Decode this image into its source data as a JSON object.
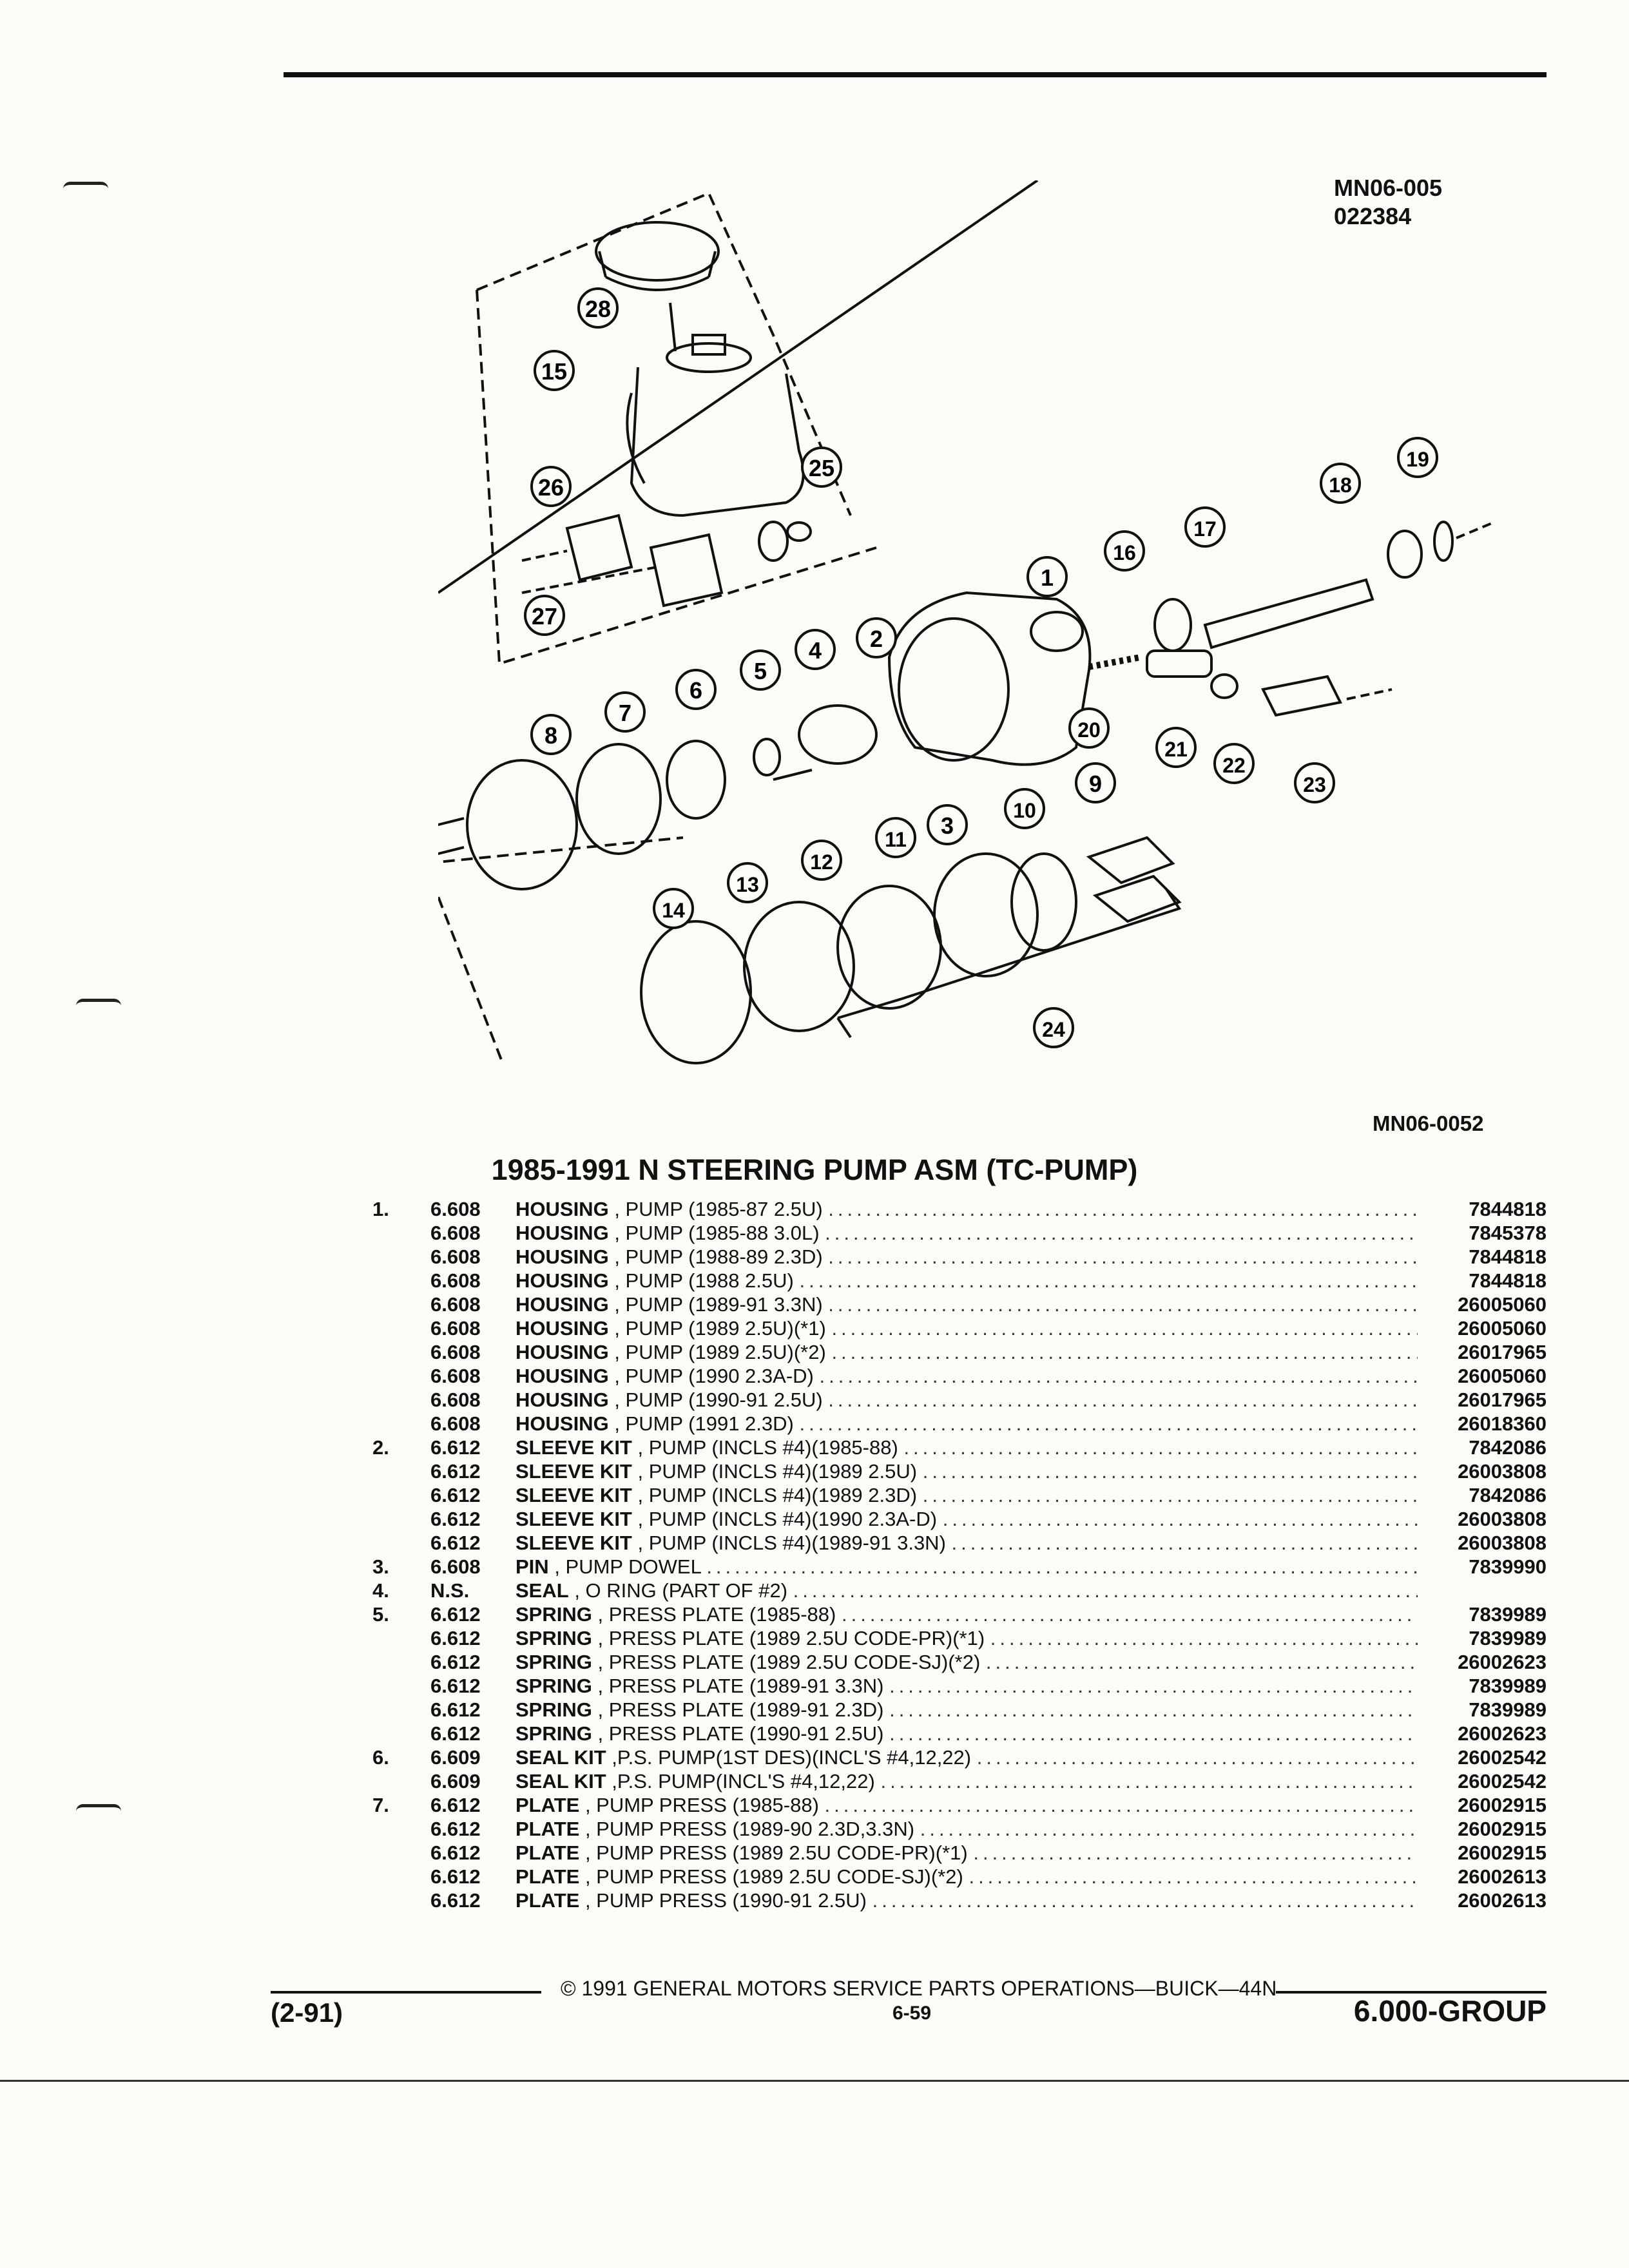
{
  "ref_codes": [
    "MN06-005",
    "022384"
  ],
  "figure_code": "MN06-0052",
  "callouts": [
    "1",
    "2",
    "3",
    "4",
    "5",
    "6",
    "7",
    "8",
    "9",
    "10",
    "11",
    "12",
    "13",
    "14",
    "15",
    "16",
    "17",
    "18",
    "19",
    "20",
    "21",
    "22",
    "23",
    "24",
    "25",
    "26",
    "27",
    "28"
  ],
  "title": "1985-1991 N STEERING PUMP ASM (TC-PUMP)",
  "parts": [
    {
      "num": "1.",
      "code": "6.608",
      "name": "HOUSING",
      "detail": ", PUMP (1985-87 2.5U)",
      "pn": "7844818"
    },
    {
      "num": "",
      "code": "6.608",
      "name": "HOUSING",
      "detail": ", PUMP (1985-88 3.0L)",
      "pn": "7845378"
    },
    {
      "num": "",
      "code": "6.608",
      "name": "HOUSING",
      "detail": ", PUMP (1988-89 2.3D)",
      "pn": "7844818"
    },
    {
      "num": "",
      "code": "6.608",
      "name": "HOUSING",
      "detail": ", PUMP (1988 2.5U)",
      "pn": "7844818"
    },
    {
      "num": "",
      "code": "6.608",
      "name": "HOUSING",
      "detail": ", PUMP (1989-91 3.3N)",
      "pn": "26005060"
    },
    {
      "num": "",
      "code": "6.608",
      "name": "HOUSING",
      "detail": ", PUMP (1989 2.5U)(*1)",
      "pn": "26005060"
    },
    {
      "num": "",
      "code": "6.608",
      "name": "HOUSING",
      "detail": ", PUMP (1989 2.5U)(*2)",
      "pn": "26017965"
    },
    {
      "num": "",
      "code": "6.608",
      "name": "HOUSING",
      "detail": ", PUMP (1990 2.3A-D)",
      "pn": "26005060"
    },
    {
      "num": "",
      "code": "6.608",
      "name": "HOUSING",
      "detail": ", PUMP (1990-91 2.5U)",
      "pn": "26017965"
    },
    {
      "num": "",
      "code": "6.608",
      "name": "HOUSING",
      "detail": ", PUMP (1991 2.3D)",
      "pn": "26018360"
    },
    {
      "num": "2.",
      "code": "6.612",
      "name": "SLEEVE KIT",
      "detail": ", PUMP (INCLS #4)(1985-88)",
      "pn": "7842086"
    },
    {
      "num": "",
      "code": "6.612",
      "name": "SLEEVE KIT",
      "detail": ", PUMP (INCLS #4)(1989 2.5U)",
      "pn": "26003808"
    },
    {
      "num": "",
      "code": "6.612",
      "name": "SLEEVE KIT",
      "detail": ", PUMP (INCLS #4)(1989 2.3D)",
      "pn": "7842086"
    },
    {
      "num": "",
      "code": "6.612",
      "name": "SLEEVE KIT",
      "detail": ", PUMP (INCLS #4)(1990 2.3A-D)",
      "pn": "26003808"
    },
    {
      "num": "",
      "code": "6.612",
      "name": "SLEEVE KIT",
      "detail": ", PUMP (INCLS #4)(1989-91 3.3N)",
      "pn": "26003808"
    },
    {
      "num": "3.",
      "code": "6.608",
      "name": "PIN",
      "detail": ", PUMP DOWEL",
      "pn": "7839990"
    },
    {
      "num": "4.",
      "code": "N.S.",
      "name": "SEAL",
      "detail": ", O RING (PART OF #2)",
      "pn": ""
    },
    {
      "num": "5.",
      "code": "6.612",
      "name": "SPRING",
      "detail": ", PRESS PLATE (1985-88)",
      "pn": "7839989"
    },
    {
      "num": "",
      "code": "6.612",
      "name": "SPRING",
      "detail": ", PRESS PLATE (1989 2.5U CODE-PR)(*1)",
      "pn": "7839989"
    },
    {
      "num": "",
      "code": "6.612",
      "name": "SPRING",
      "detail": ", PRESS PLATE (1989 2.5U CODE-SJ)(*2)",
      "pn": "26002623"
    },
    {
      "num": "",
      "code": "6.612",
      "name": "SPRING",
      "detail": ", PRESS PLATE (1989-91 3.3N)",
      "pn": "7839989"
    },
    {
      "num": "",
      "code": "6.612",
      "name": "SPRING",
      "detail": ", PRESS PLATE (1989-91 2.3D)",
      "pn": "7839989"
    },
    {
      "num": "",
      "code": "6.612",
      "name": "SPRING",
      "detail": ", PRESS PLATE (1990-91 2.5U)",
      "pn": "26002623"
    },
    {
      "num": "6.",
      "code": "6.609",
      "name": "SEAL KIT",
      "detail": ",P.S. PUMP(1ST DES)(INCL'S #4,12,22)",
      "pn": "26002542"
    },
    {
      "num": "",
      "code": "6.609",
      "name": "SEAL KIT",
      "detail": ",P.S. PUMP(INCL'S #4,12,22)",
      "pn": "26002542"
    },
    {
      "num": "7.",
      "code": "6.612",
      "name": "PLATE",
      "detail": ", PUMP PRESS (1985-88)",
      "pn": "26002915"
    },
    {
      "num": "",
      "code": "6.612",
      "name": "PLATE",
      "detail": ", PUMP PRESS (1989-90 2.3D,3.3N)",
      "pn": "26002915"
    },
    {
      "num": "",
      "code": "6.612",
      "name": "PLATE",
      "detail": ", PUMP PRESS (1989 2.5U CODE-PR)(*1)",
      "pn": "26002915"
    },
    {
      "num": "",
      "code": "6.612",
      "name": "PLATE",
      "detail": ", PUMP PRESS (1989 2.5U CODE-SJ)(*2)",
      "pn": "26002613"
    },
    {
      "num": "",
      "code": "6.612",
      "name": "PLATE",
      "detail": ", PUMP PRESS (1990-91 2.5U)",
      "pn": "26002613"
    }
  ],
  "footer": {
    "copyright": "© 1991 GENERAL MOTORS SERVICE PARTS OPERATIONS—BUICK—44N",
    "date": "(2-91)",
    "page": "6-59",
    "group": "6.000-GROUP"
  }
}
